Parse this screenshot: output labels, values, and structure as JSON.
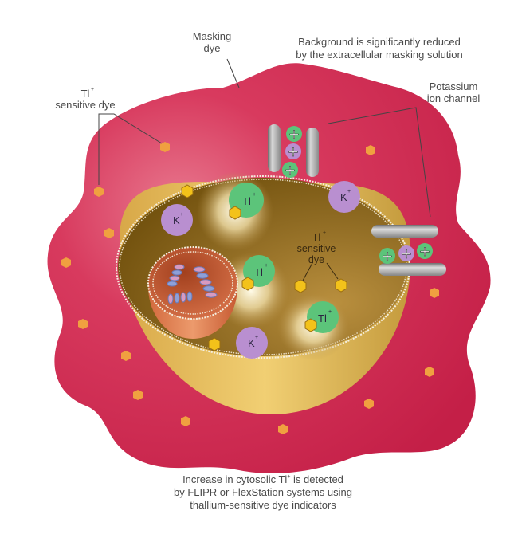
{
  "labels": {
    "masking_dye": [
      "Masking",
      "dye"
    ],
    "background_note": [
      "Background is significantly reduced",
      "by the extracellular masking solution"
    ],
    "tl_sensitive_dye_outer": {
      "ion": "Tl",
      "charge": "+",
      "text": "sensitive dye"
    },
    "potassium_channel": [
      "Potassium",
      "ion channel"
    ],
    "tl_sensitive_dye_inner": {
      "ion": "Tl",
      "charge": "+",
      "line1": "sensitive",
      "line2": "dye"
    },
    "caption": {
      "line1_pre": "Increase in cytosolic Tl",
      "line1_sup": "+",
      "line1_post": " is detected",
      "line2": "by FLIPR or FlexStation systems using",
      "line3": "thallium-sensitive dye indicators"
    }
  },
  "ions": {
    "thallium": {
      "symbol": "Tl",
      "charge": "+",
      "count": 3
    },
    "potassium": {
      "symbol": "K",
      "charge": "+",
      "count": 3
    }
  },
  "channel_ions_symbol": "+",
  "colors": {
    "extracellular": "#d42c55",
    "cytoplasm": "#8a6520",
    "membrane_side": "#e0b65a",
    "nucleus": "#c9603a",
    "thallium_ion": "#5cc47a",
    "potassium_ion": "#b98fd0",
    "dye": "#f3c21a",
    "outer_dye": "#f0a040",
    "channel": "#9a9a9a",
    "label_text": "#4a4a4a"
  }
}
